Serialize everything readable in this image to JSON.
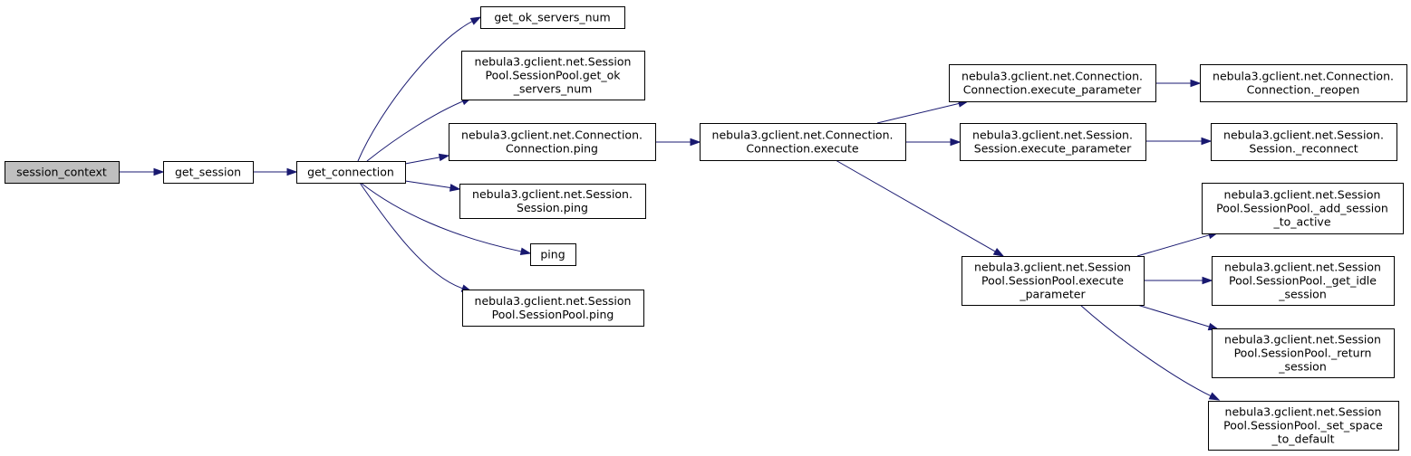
{
  "graph": {
    "colors": {
      "edge": "#191970",
      "root_fill": "#bfbfbf",
      "node_fill": "#ffffff",
      "border": "#000000"
    },
    "nodes": [
      {
        "id": "session_context",
        "lines": [
          "session_context"
        ],
        "root": true
      },
      {
        "id": "get_session",
        "lines": [
          "get_session"
        ]
      },
      {
        "id": "get_connection",
        "lines": [
          "get_connection"
        ]
      },
      {
        "id": "get_ok_servers_num",
        "lines": [
          "get_ok_servers_num"
        ]
      },
      {
        "id": "sp_get_ok_servers_num",
        "lines": [
          "nebula3.gclient.net.Session",
          "Pool.SessionPool.get_ok",
          "_servers_num"
        ]
      },
      {
        "id": "conn_ping",
        "lines": [
          "nebula3.gclient.net.Connection.",
          "Connection.ping"
        ]
      },
      {
        "id": "session_ping",
        "lines": [
          "nebula3.gclient.net.Session.",
          "Session.ping"
        ]
      },
      {
        "id": "ping",
        "lines": [
          "ping"
        ]
      },
      {
        "id": "sp_ping",
        "lines": [
          "nebula3.gclient.net.Session",
          "Pool.SessionPool.ping"
        ]
      },
      {
        "id": "conn_execute",
        "lines": [
          "nebula3.gclient.net.Connection.",
          "Connection.execute"
        ]
      },
      {
        "id": "conn_execute_parameter",
        "lines": [
          "nebula3.gclient.net.Connection.",
          "Connection.execute_parameter"
        ]
      },
      {
        "id": "session_execute_parameter",
        "lines": [
          "nebula3.gclient.net.Session.",
          "Session.execute_parameter"
        ]
      },
      {
        "id": "sp_execute_parameter",
        "lines": [
          "nebula3.gclient.net.Session",
          "Pool.SessionPool.execute",
          "_parameter"
        ]
      },
      {
        "id": "conn_reopen",
        "lines": [
          "nebula3.gclient.net.Connection.",
          "Connection._reopen"
        ]
      },
      {
        "id": "session_reconnect",
        "lines": [
          "nebula3.gclient.net.Session.",
          "Session._reconnect"
        ]
      },
      {
        "id": "sp_add_session_to_active",
        "lines": [
          "nebula3.gclient.net.Session",
          "Pool.SessionPool._add_session",
          "_to_active"
        ]
      },
      {
        "id": "sp_get_idle_session",
        "lines": [
          "nebula3.gclient.net.Session",
          "Pool.SessionPool._get_idle",
          "_session"
        ]
      },
      {
        "id": "sp_return_session",
        "lines": [
          "nebula3.gclient.net.Session",
          "Pool.SessionPool._return",
          "_session"
        ]
      },
      {
        "id": "sp_set_space_to_default",
        "lines": [
          "nebula3.gclient.net.Session",
          "Pool.SessionPool._set_space",
          "_to_default"
        ]
      }
    ],
    "edges": [
      {
        "from": "session_context",
        "to": "get_session"
      },
      {
        "from": "get_session",
        "to": "get_connection"
      },
      {
        "from": "get_connection",
        "to": "get_ok_servers_num"
      },
      {
        "from": "get_connection",
        "to": "sp_get_ok_servers_num"
      },
      {
        "from": "get_connection",
        "to": "conn_ping"
      },
      {
        "from": "get_connection",
        "to": "session_ping"
      },
      {
        "from": "get_connection",
        "to": "ping"
      },
      {
        "from": "get_connection",
        "to": "sp_ping"
      },
      {
        "from": "conn_ping",
        "to": "conn_execute"
      },
      {
        "from": "conn_execute",
        "to": "conn_execute_parameter"
      },
      {
        "from": "conn_execute",
        "to": "session_execute_parameter"
      },
      {
        "from": "conn_execute",
        "to": "sp_execute_parameter"
      },
      {
        "from": "conn_execute_parameter",
        "to": "conn_reopen"
      },
      {
        "from": "session_execute_parameter",
        "to": "session_reconnect"
      },
      {
        "from": "sp_execute_parameter",
        "to": "sp_add_session_to_active"
      },
      {
        "from": "sp_execute_parameter",
        "to": "sp_get_idle_session"
      },
      {
        "from": "sp_execute_parameter",
        "to": "sp_return_session"
      },
      {
        "from": "sp_execute_parameter",
        "to": "sp_set_space_to_default"
      }
    ]
  }
}
